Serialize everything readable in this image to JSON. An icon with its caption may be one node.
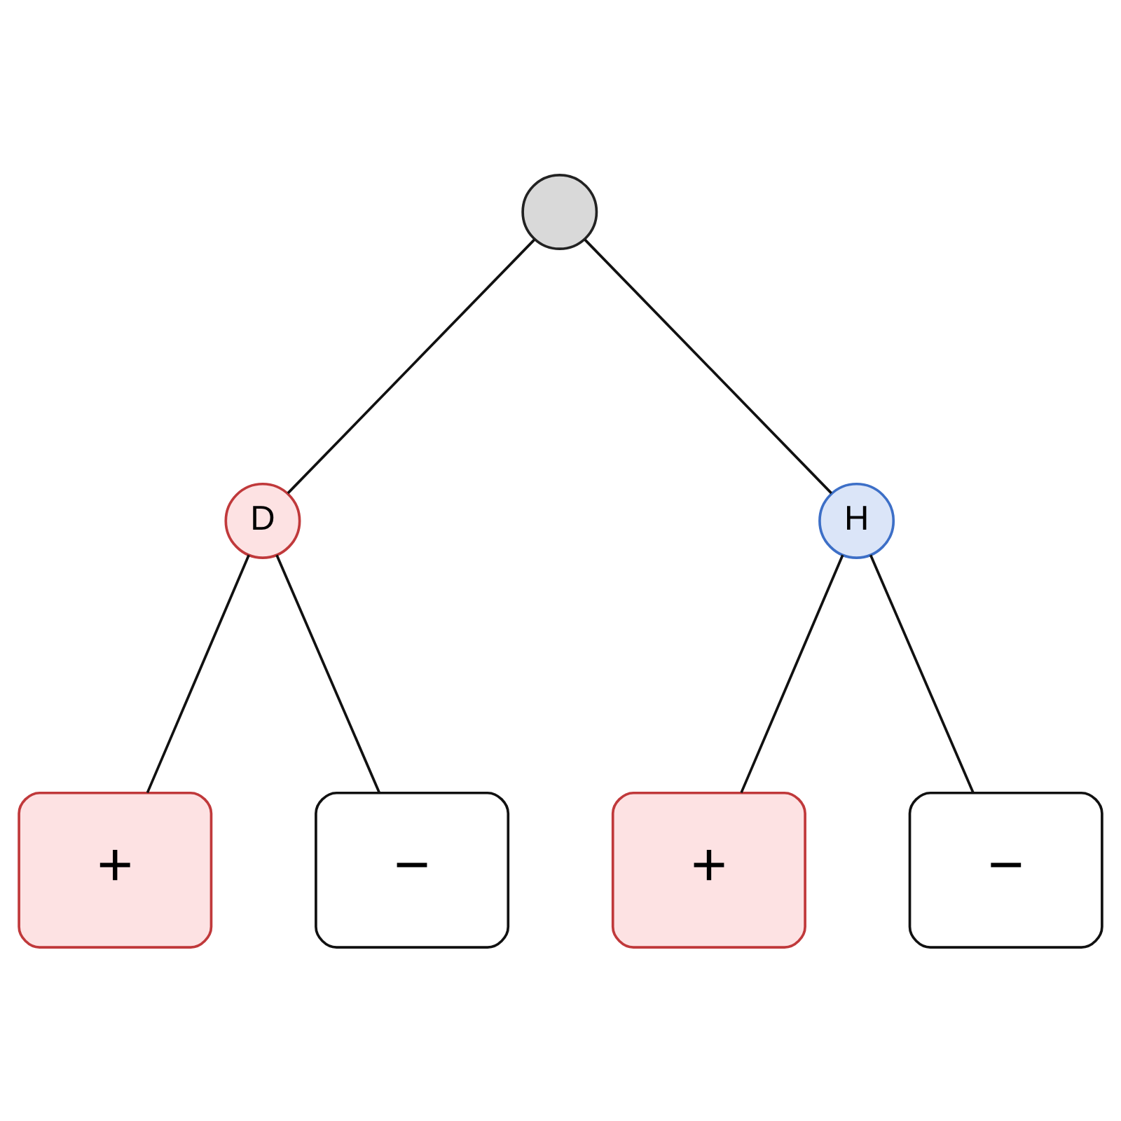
{
  "diagram": {
    "nodes": [
      {
        "text": [],
        "shape": "circle"
      },
      {
        "text": [
          "D"
        ]
      },
      {
        "text": [
          "H"
        ]
      },
      {
        "text": [
          "+"
        ]
      },
      {
        "text": [
          "−"
        ]
      },
      {
        "text": [
          "+"
        ]
      },
      {
        "text": [
          "−"
        ]
      }
    ],
    "edges": [
      {
        "from": 0,
        "to": 1,
        "arrow": "none"
      },
      {
        "from": 0,
        "to": 2,
        "arrow": "none"
      },
      {
        "from": 1,
        "to": 3,
        "arrow": "none"
      },
      {
        "from": 1,
        "to": 4,
        "arrow": "none"
      },
      {
        "from": 2,
        "to": 5,
        "arrow": "none"
      },
      {
        "from": 2,
        "to": 6,
        "arrow": "none"
      }
    ]
  }
}
